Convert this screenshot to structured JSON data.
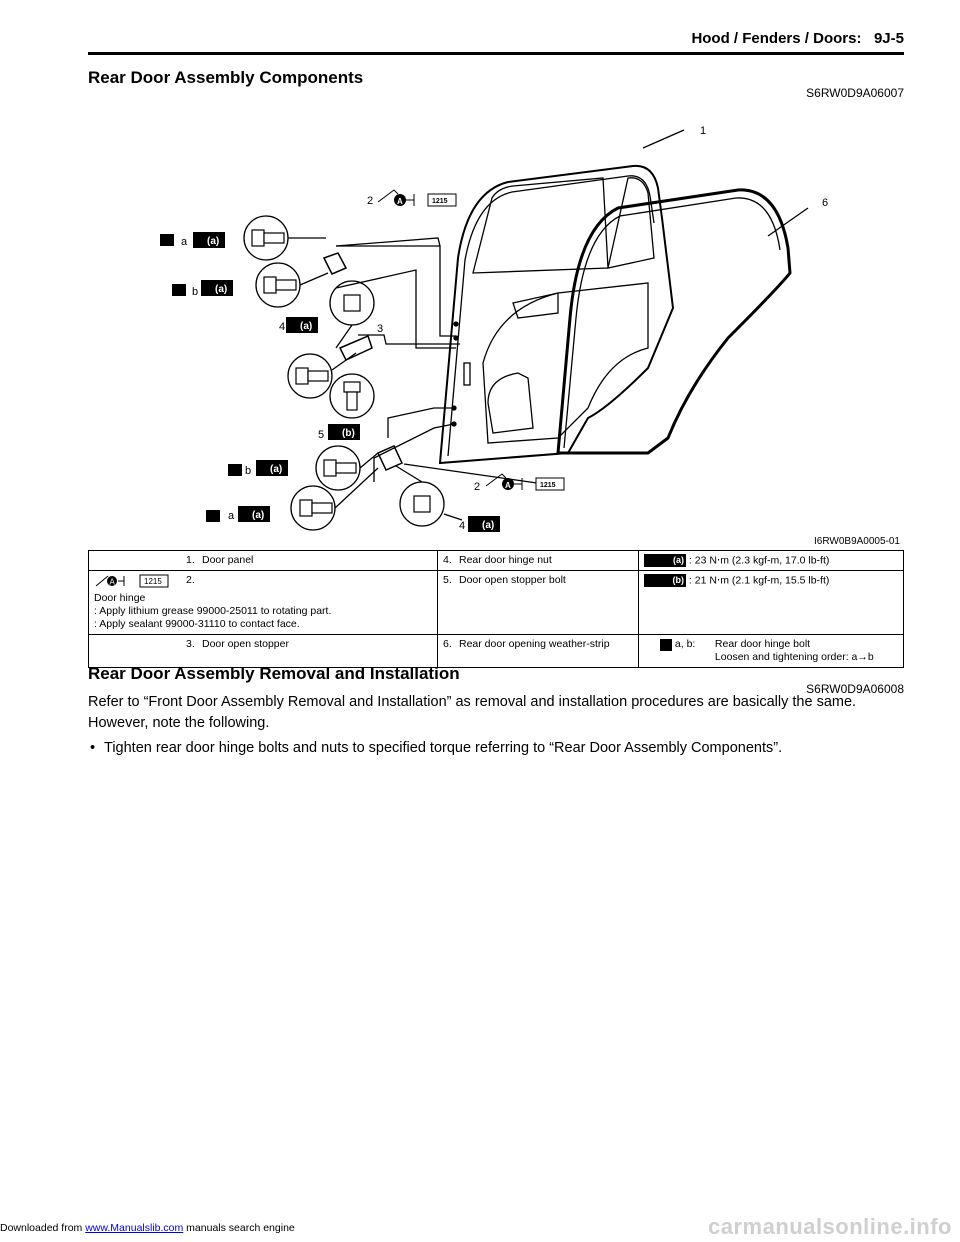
{
  "header": {
    "title": "Hood / Fenders / Doors:",
    "page": "9J-5"
  },
  "section1": {
    "title": "Rear Door Assembly Components",
    "code": "S6RW0D9A06007"
  },
  "figure": {
    "id": "I6RW0B9A0005-01",
    "callouts": [
      "1",
      "2",
      "3",
      "4",
      "5",
      "6",
      "a",
      "b"
    ],
    "torque_marks": [
      "(a)",
      "(b)"
    ],
    "sealant_mark": "A",
    "sealant_number": "1215"
  },
  "legend": {
    "r1c1": {
      "num": "1.",
      "text": "Door panel"
    },
    "r1c2": {
      "num": "4.",
      "text": "Rear door hinge nut"
    },
    "r1c3": {
      "sym": "(a)",
      "text": ":   23 N⋅m (2.3 kgf-m, 17.0 lb-ft)"
    },
    "r2c1": {
      "num": "2.",
      "lines": [
        "Door hinge",
        ": Apply lithium grease 99000-25011 to rotating part.",
        ": Apply sealant 99000-31110 to contact face."
      ]
    },
    "r2c2": {
      "num": "5.",
      "text": "Door open stopper bolt"
    },
    "r2c3": {
      "sym": "(b)",
      "text": ":   21 N⋅m (2.1 kgf-m, 15.5 lb-ft)"
    },
    "r3c1": {
      "num": "3.",
      "text": "Door open stopper"
    },
    "r3c2": {
      "num": "6.",
      "text": "Rear door opening weather-strip"
    },
    "r3c3": {
      "label": "a, b:",
      "line1": "Rear door hinge bolt",
      "line2": "Loosen and tightening order: a→b"
    }
  },
  "section2": {
    "title": "Rear Door Assembly Removal and Installation",
    "code": "S6RW0D9A06008"
  },
  "body": {
    "para": "Refer to “Front Door Assembly Removal and Installation” as removal and installation procedures are basically the same. However, note the following.",
    "bullet": "Tighten rear door hinge bolts and nuts to specified torque referring to “Rear Door Assembly Components”."
  },
  "footer": {
    "prefix": "Downloaded from",
    "link": "www.Manualslib.com",
    "suffix": " manuals search engine"
  },
  "watermark": "carmanualsonline.info"
}
